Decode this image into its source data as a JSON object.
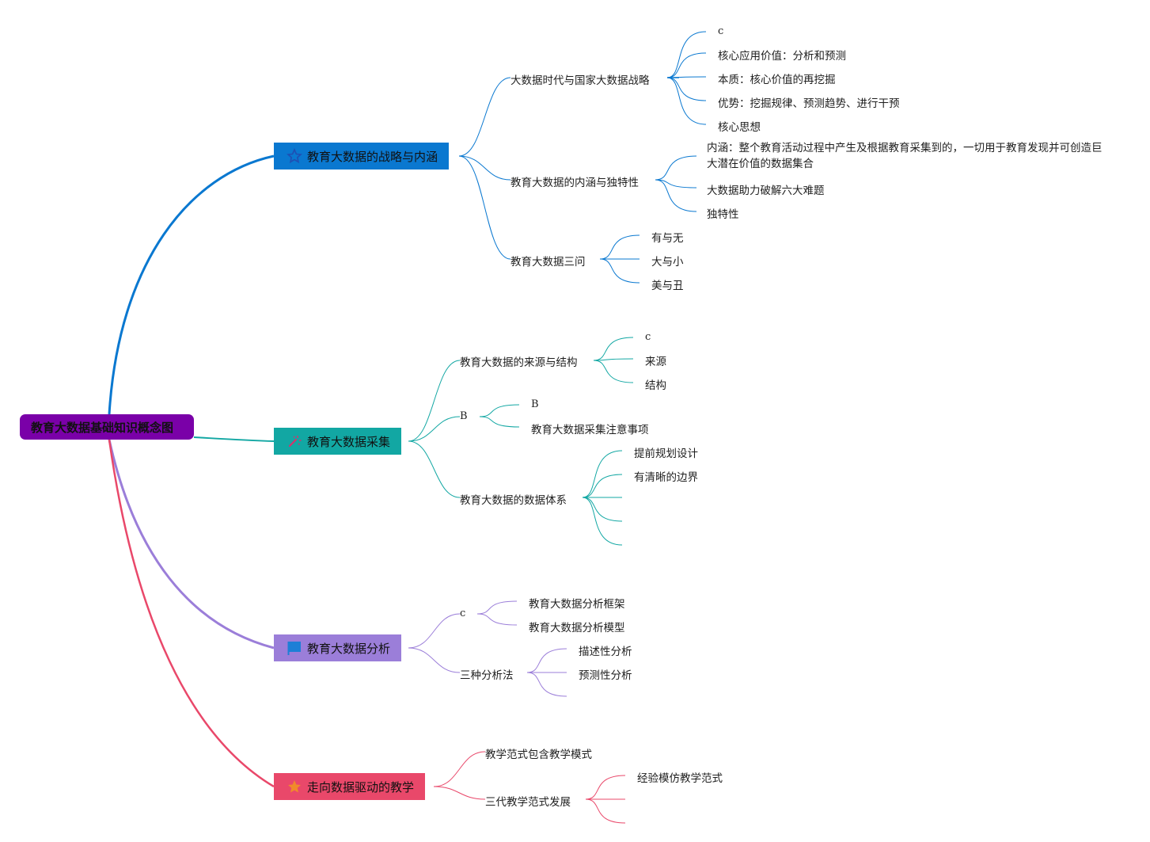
{
  "root": {
    "label": "教育大数据基础知识概念图",
    "color": "#7a00a8"
  },
  "branches": [
    {
      "label": "教育大数据的战略与内涵",
      "icon": "star-outline-icon",
      "color": "#0a78d0",
      "children": [
        {
          "label": "大数据时代与国家大数据战略",
          "children": [
            "c",
            "核心应用价值：分析和预测",
            "本质：核心价值的再挖掘",
            "优势：挖掘规律、预测趋势、进行干预",
            "核心思想"
          ]
        },
        {
          "label": "教育大数据的内涵与独特性",
          "children": [
            "内涵：整个教育活动过程中产生及根据教育采集到的，一切用于教育发现并可创造巨大潜在价值的数据集合",
            "大数据助力破解六大难题",
            "独特性"
          ]
        },
        {
          "label": "教育大数据三问",
          "children": [
            "有与无",
            "大与小",
            "美与丑"
          ]
        }
      ]
    },
    {
      "label": "教育大数据采集",
      "icon": "magic-wand-icon",
      "color": "#12a7a3",
      "children": [
        {
          "label": "教育大数据的来源与结构",
          "children": [
            "c",
            "来源",
            "结构"
          ]
        },
        {
          "label": "B",
          "children": [
            "B",
            "教育大数据采集注意事项"
          ]
        },
        {
          "label": "教育大数据的数据体系",
          "children": [
            "提前规划设计",
            "有清晰的边界",
            "",
            "",
            ""
          ]
        }
      ]
    },
    {
      "label": "教育大数据分析",
      "icon": "flag-icon",
      "color": "#9b7ed9",
      "children": [
        {
          "label": "c",
          "children": [
            "教育大数据分析框架",
            "教育大数据分析模型"
          ]
        },
        {
          "label": "三种分析法",
          "children": [
            "描述性分析",
            "预测性分析",
            ""
          ]
        }
      ]
    },
    {
      "label": "走向数据驱动的教学",
      "icon": "star-filled-icon",
      "color": "#e9486a",
      "children": [
        {
          "label": "教学范式包含教学模式",
          "children": []
        },
        {
          "label": "三代教学范式发展",
          "children": [
            "经验模仿教学范式",
            "",
            ""
          ]
        }
      ]
    }
  ]
}
